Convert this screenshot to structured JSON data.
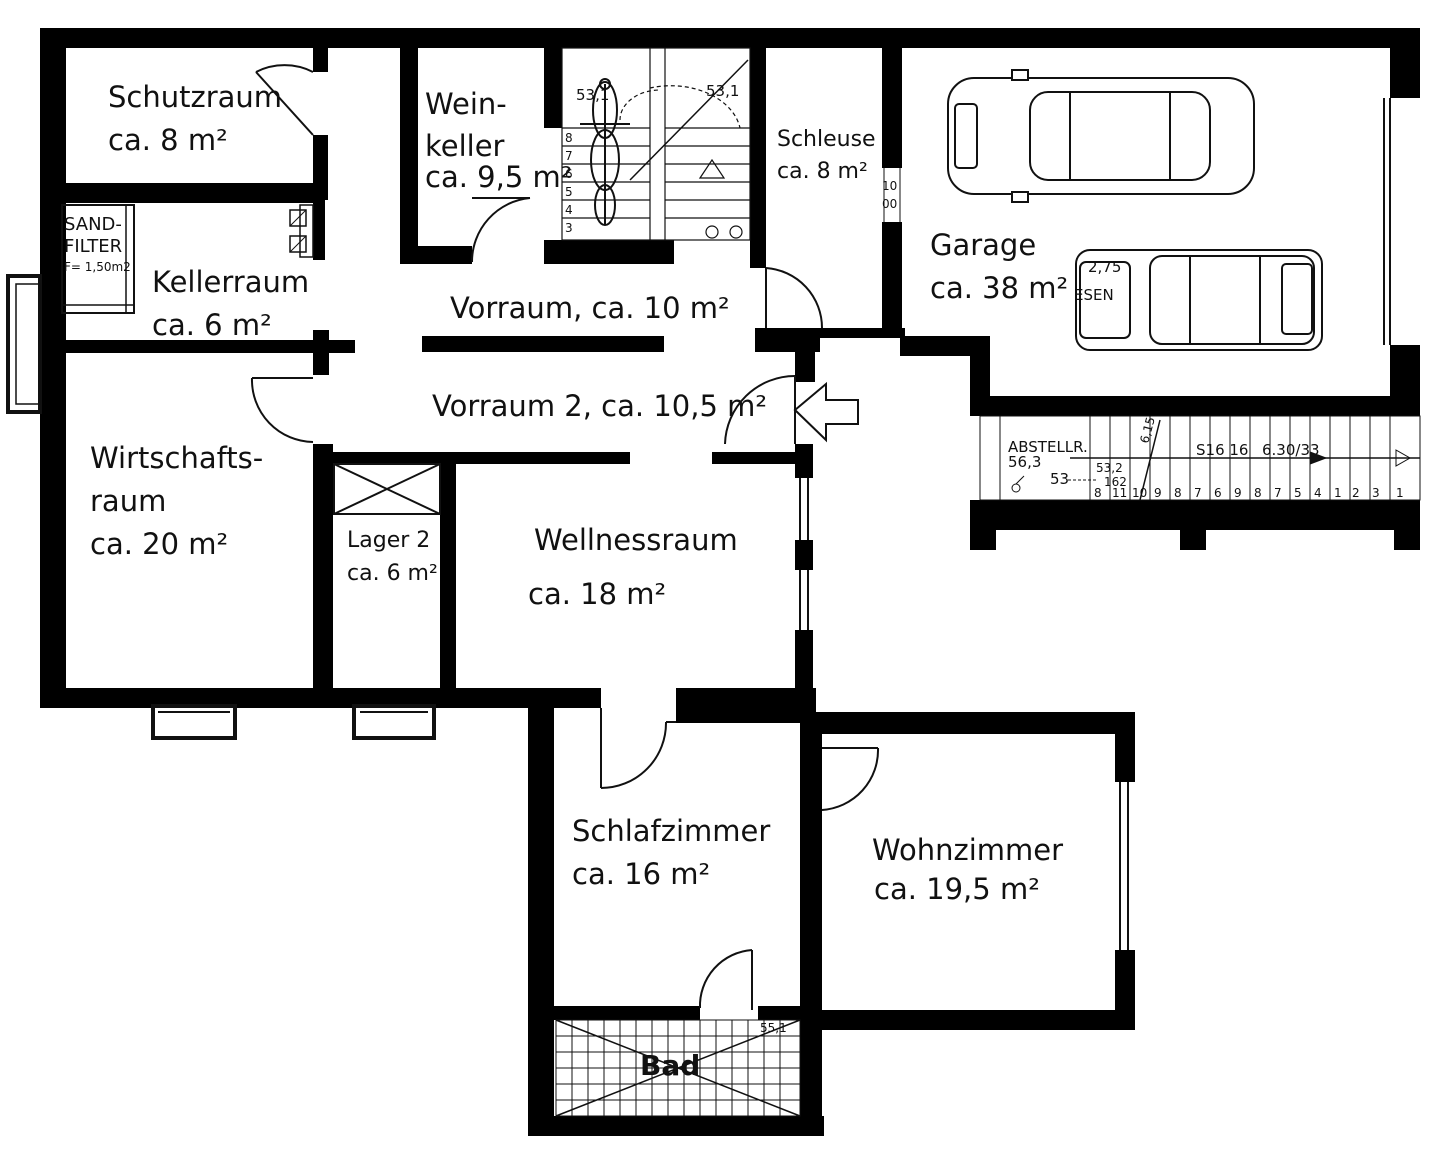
{
  "colors": {
    "wall": "#000000",
    "line": "#111111",
    "background": "#ffffff"
  },
  "rooms": {
    "schutzraum": {
      "name": "Schutzraum",
      "area": "ca. 8 m²"
    },
    "weinkeller": {
      "line1": "Wein-",
      "line2": "keller",
      "area": "ca. 9,5 m²"
    },
    "schleuse": {
      "name": "Schleuse",
      "area": "ca. 8 m²"
    },
    "garage": {
      "name": "Garage",
      "area": "ca. 38 m²"
    },
    "sandfilter": {
      "line1": "SAND-",
      "line2": "FILTER",
      "spec": "F= 1,50m2"
    },
    "kellerraum": {
      "name": "Kellerraum",
      "area": "ca. 6 m²"
    },
    "vorraum": {
      "label": "Vorraum, ca. 10 m²"
    },
    "vorraum2": {
      "label": "Vorraum 2, ca. 10,5 m²"
    },
    "wirtschaftsraum": {
      "line1": "Wirtschafts-",
      "line2": "raum",
      "area": "ca. 20 m²"
    },
    "lager2": {
      "name": "Lager 2",
      "area": "ca. 6 m²"
    },
    "wellnessraum": {
      "name": "Wellnessraum",
      "area": "ca. 18 m²"
    },
    "schlafzimmer": {
      "name": "Schlafzimmer",
      "area": "ca. 16 m²"
    },
    "wohnzimmer": {
      "name": "Wohnzimmer",
      "area": "ca. 19,5 m²"
    },
    "bad": {
      "name": "Bad"
    }
  },
  "annotations": {
    "level_stair_left": "53,1",
    "level_stair_right": "53,1",
    "schleuse_dim_1": "10",
    "schleuse_dim_2": "00",
    "garage_dim": "2,75",
    "garage_text": "ESEN",
    "abstell_label": "ABSTELLR.",
    "abstell_level": "56,3",
    "level_53": "53",
    "level_53_2": "53,2",
    "level_162": "162",
    "stair_spec": "S16 16",
    "stair_ratio": "6.30/33",
    "stair_diag": "6,15",
    "bad_level": "55,1"
  },
  "stair_steps_main": [
    "8",
    "7",
    "6",
    "5",
    "4",
    "3"
  ],
  "stair_steps_outer": [
    "8",
    "11",
    "10",
    "9",
    "8",
    "7",
    "6",
    "9",
    "8",
    "7",
    "5",
    "4",
    "1",
    "2",
    "3",
    "1"
  ]
}
